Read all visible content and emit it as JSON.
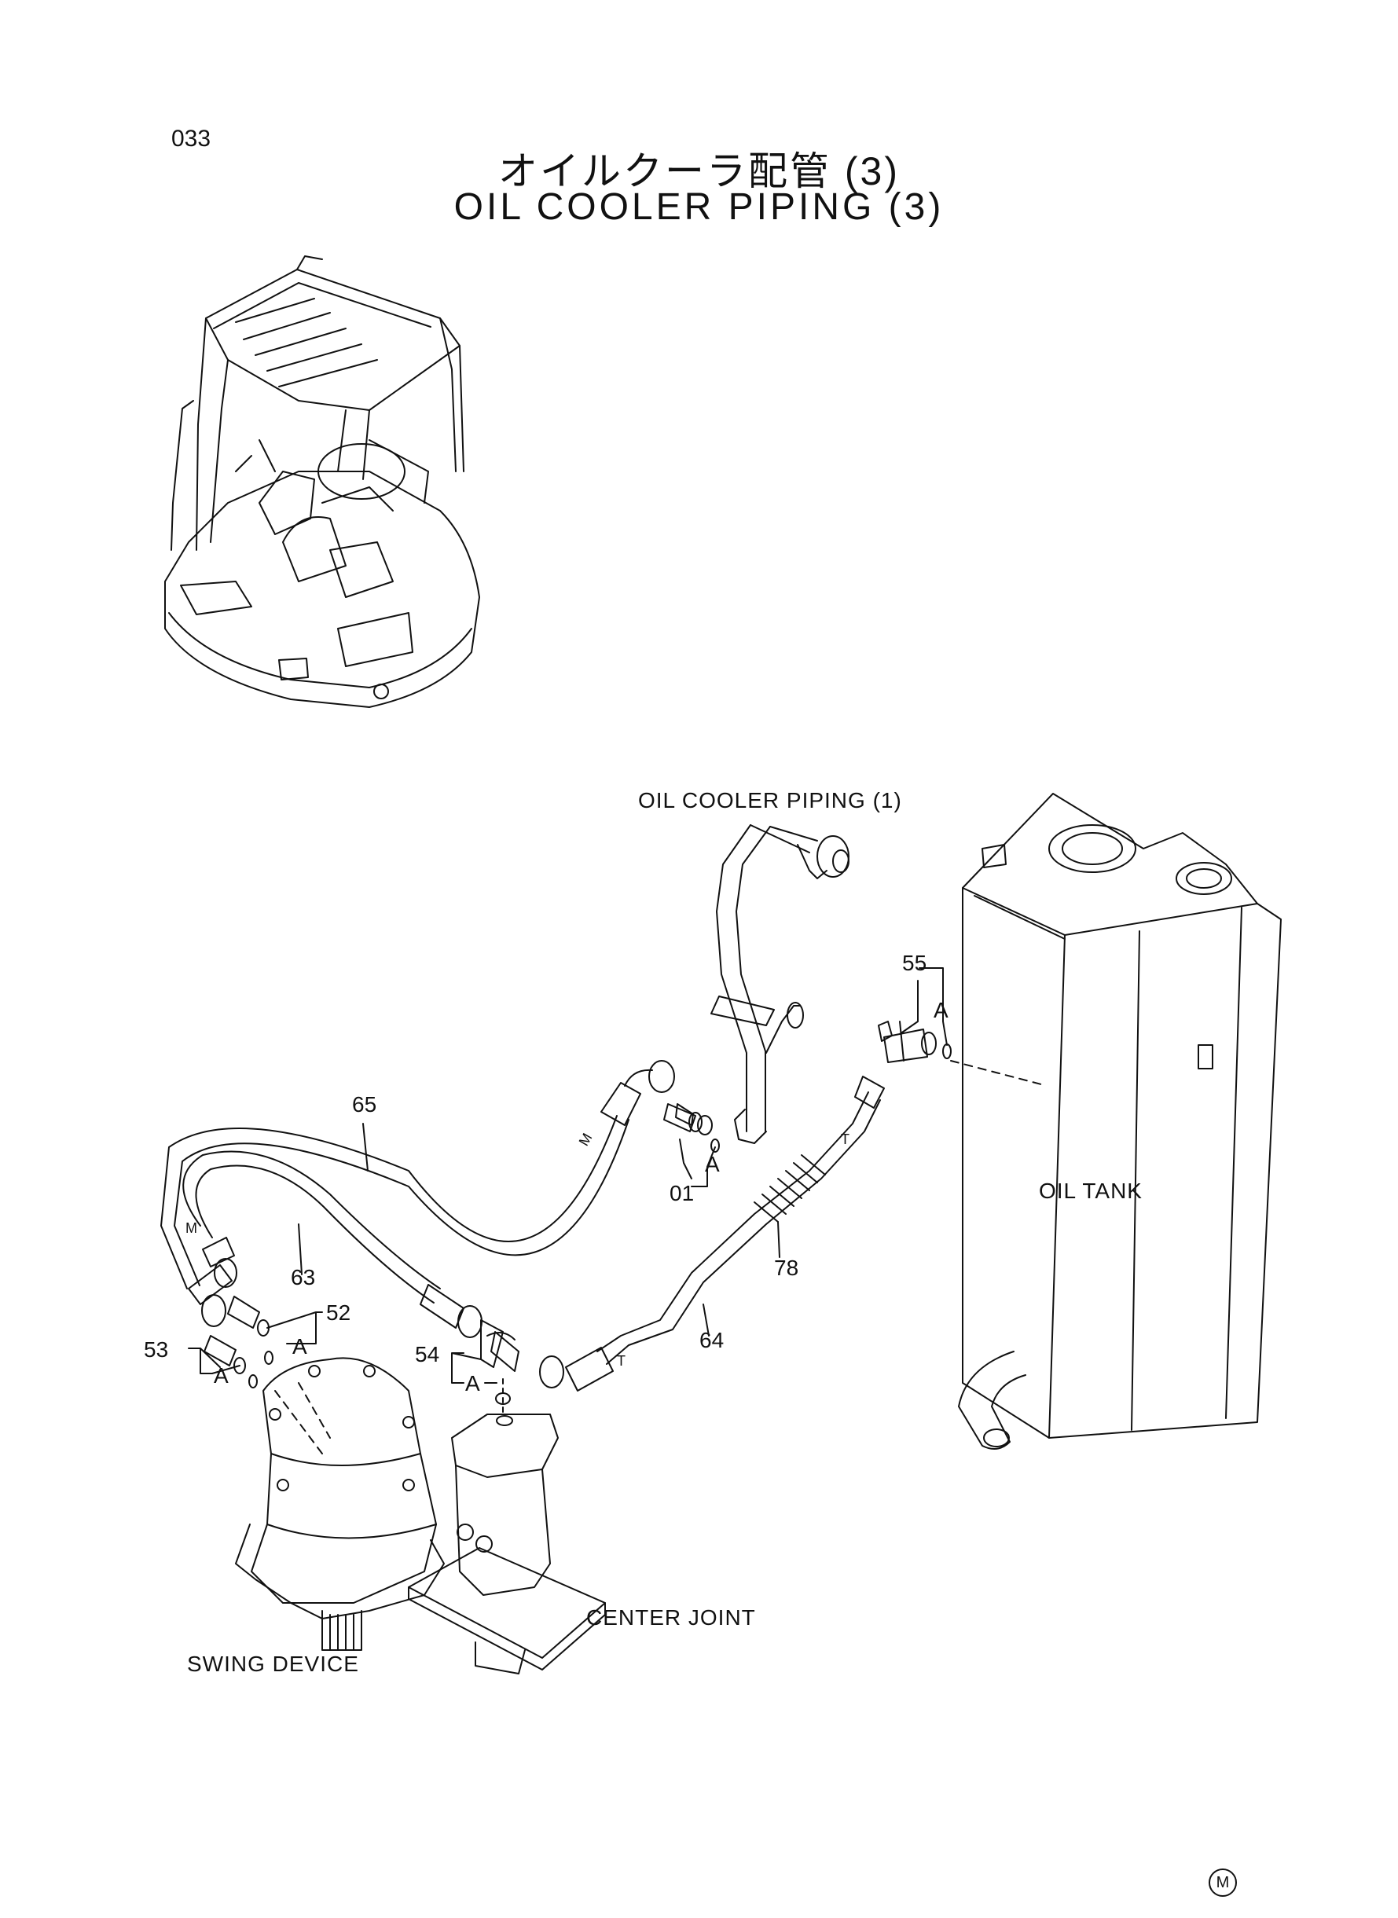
{
  "page_number": "033",
  "title_ja": "オイルクーラ配管 (3)",
  "title_en": "OIL COOLER PIPING (3)",
  "labels": {
    "oil_cooler_piping_1": "OIL COOLER PIPING (1)",
    "oil_tank": "OIL TANK",
    "swing_device": "SWING DEVICE",
    "center_joint": "CENTER JOINT"
  },
  "part_numbers": {
    "p65": "65",
    "p63": "63",
    "p64": "64",
    "p78": "78",
    "p01": "01",
    "p52": "52",
    "p53": "53",
    "p54": "54",
    "p55": "55"
  },
  "port_marks": {
    "m1": "M",
    "m2": "M",
    "t1": "T",
    "t2": "T"
  },
  "ref_marks": {
    "a1": "A",
    "a2": "A",
    "a3": "A",
    "a4": "A",
    "a5": "A"
  },
  "footer_mark": "M"
}
